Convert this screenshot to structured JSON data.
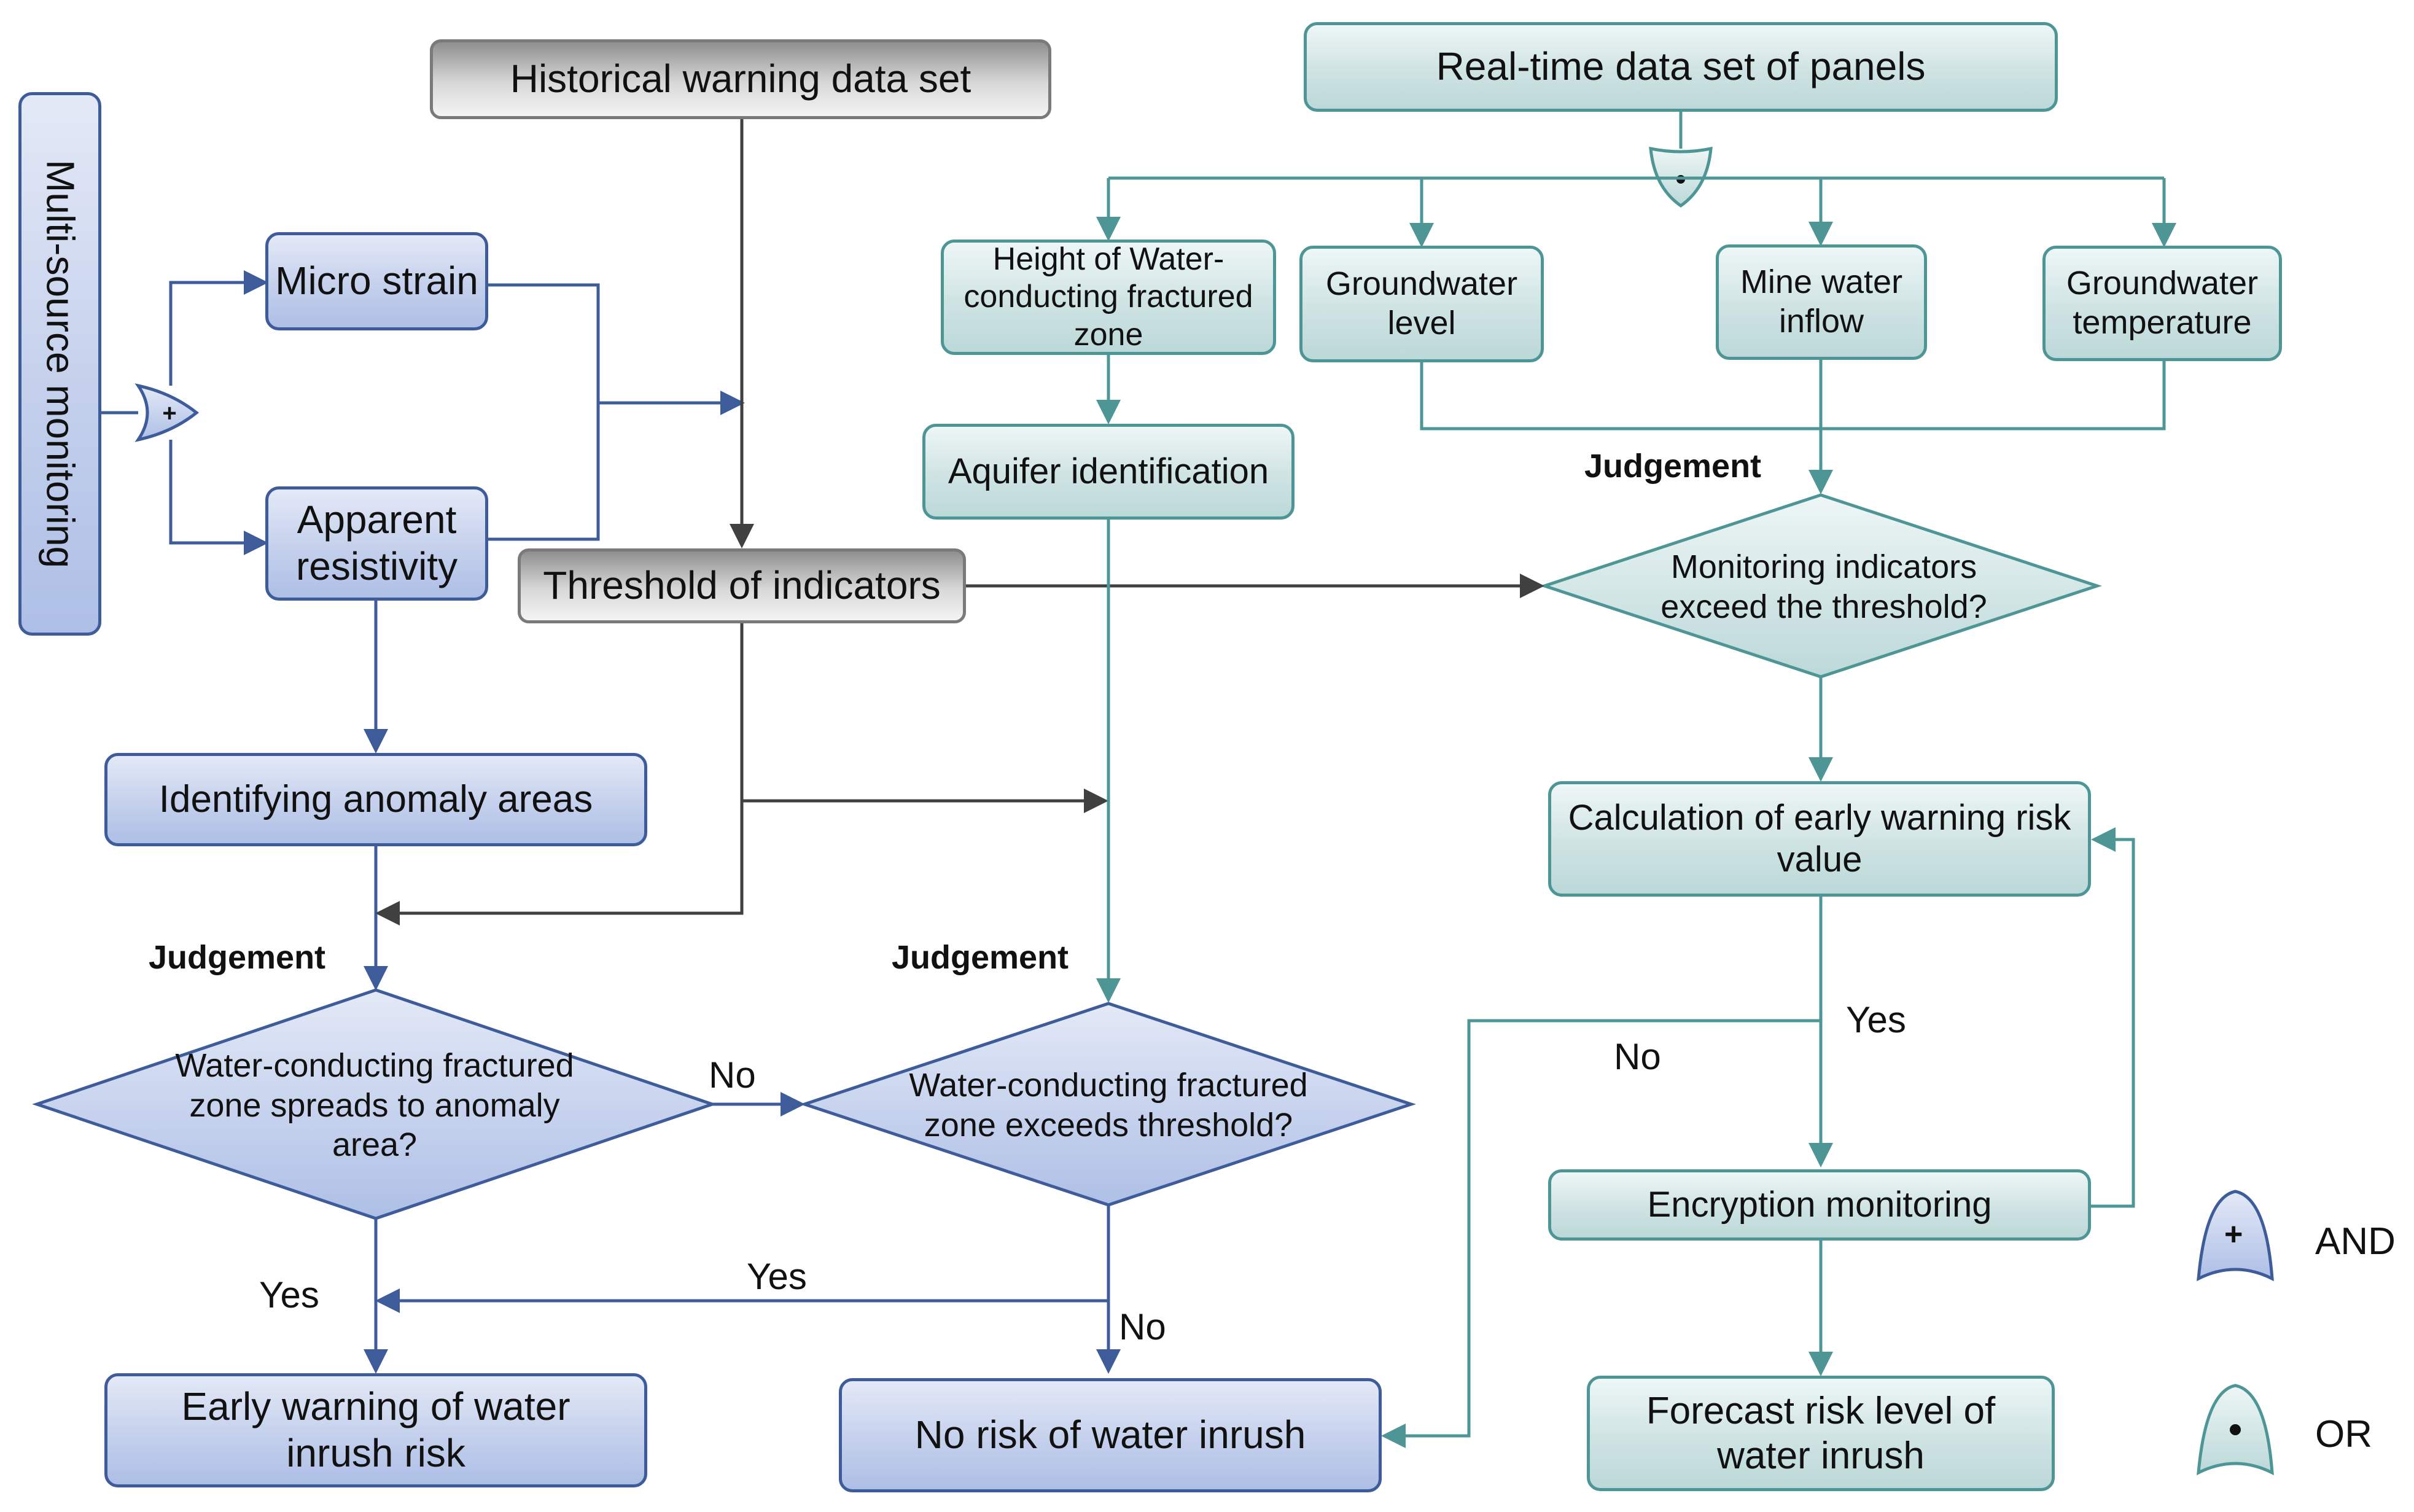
{
  "nodes": {
    "multi_source": "Multi-source monitoring",
    "micro_strain": "Micro strain",
    "apparent_resistivity": "Apparent resistivity",
    "historical": "Historical warning data set",
    "threshold": "Threshold of indicators",
    "identifying": "Identifying anomaly areas",
    "realtime": "Real-time data set of panels",
    "height": "Height of Water-conducting fractured zone",
    "gw_level": "Groundwater level",
    "mine_inflow": "Mine water inflow",
    "gw_temp": "Groundwater temperature",
    "aquifer": "Aquifer identification",
    "calc": "Calculation of early warning risk value",
    "encryption": "Encryption monitoring",
    "forecast": "Forecast risk level of water inrush",
    "early_warning": "Early warning of water inrush risk",
    "no_risk": "No risk of water inrush"
  },
  "decisions": {
    "d1": "Water-conducting fractured zone spreads to anomaly area?",
    "d2": "Water-conducting fractured zone exceeds threshold?",
    "d3": "Monitoring indicators exceed the threshold?"
  },
  "labels": {
    "judgement_1": "Judgement",
    "judgement_2": "Judgement",
    "judgement_3": "Judgement",
    "no_d1": "No",
    "yes_d1": "Yes",
    "yes_d2": "Yes",
    "no_d2": "No",
    "yes_calc": "Yes",
    "no_calc": "No"
  },
  "legend": {
    "and_symbol": "+",
    "and_label": "AND",
    "or_label": "OR"
  },
  "colors": {
    "blue_stroke": "#3f5c9a",
    "teal_stroke": "#4e9696",
    "gray_stroke": "#404040"
  }
}
